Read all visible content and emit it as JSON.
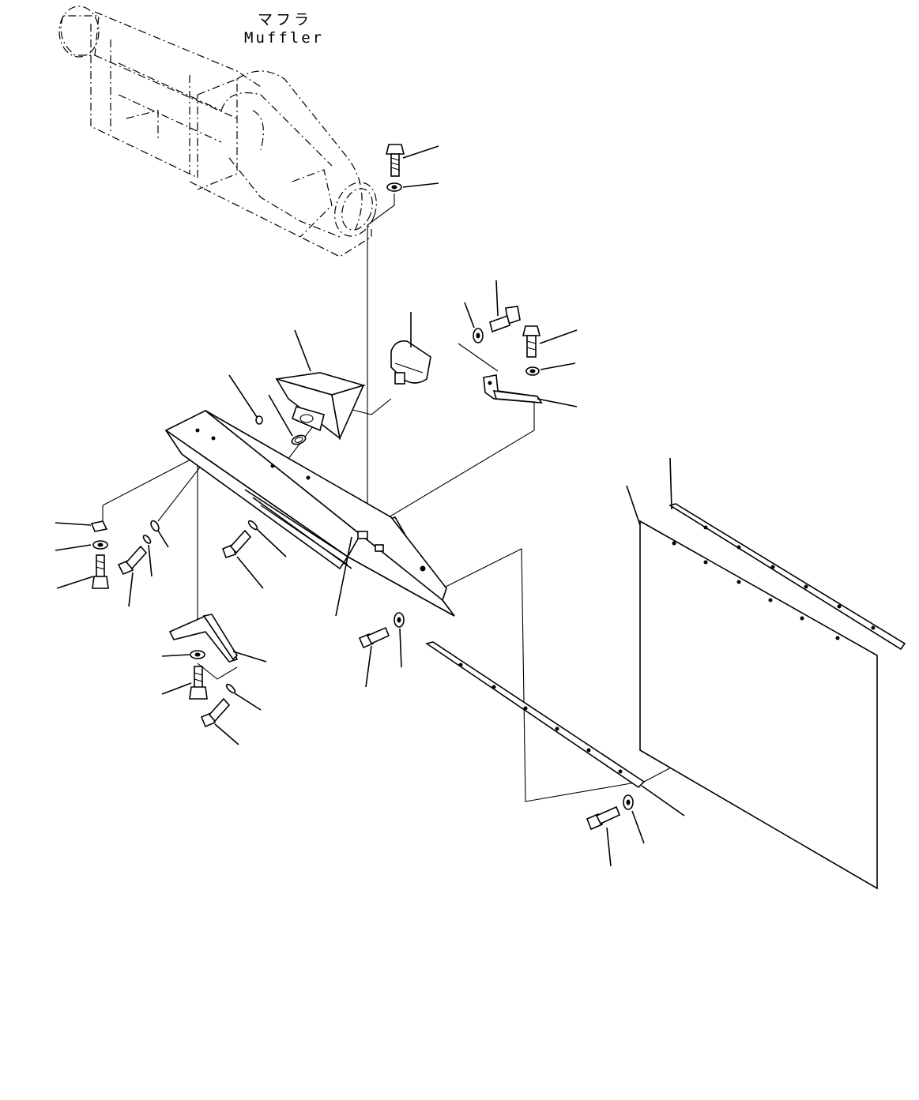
{
  "diagram": {
    "callouts": [
      {
        "id": "muffler",
        "text_jp": "マフラ",
        "text_en": "Muffler"
      }
    ]
  }
}
